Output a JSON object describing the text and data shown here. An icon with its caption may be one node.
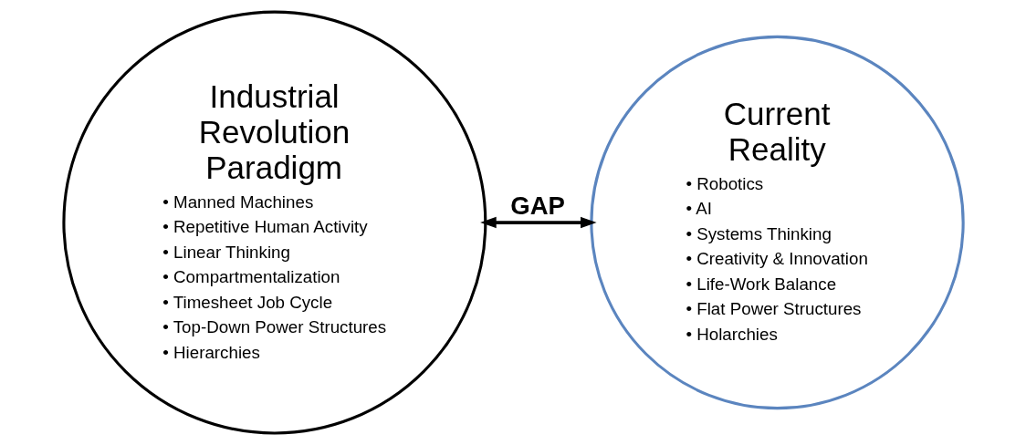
{
  "diagram": {
    "nodes": [
      {
        "text": [
          "Industrial Revolution Paradigm",
          "• Manned Machines",
          "• Repetitive Human Activity",
          "• Linear Thinking",
          "• Compartmentalization",
          "• Timesheet Job Cycle",
          "• Top-Down Power Structures",
          "• Hierarchies"
        ]
      },
      {
        "text": [
          "Current Reality",
          "• Robotics",
          "• AI",
          "• Systems Thinking",
          "• Creativity & Innovation",
          "• Life-Work Balance",
          "• Flat Power Structures",
          "• Holarchies"
        ]
      }
    ],
    "edges": [
      {
        "from": 0,
        "to": 1,
        "arrow": "both",
        "label": "GAP"
      }
    ]
  }
}
